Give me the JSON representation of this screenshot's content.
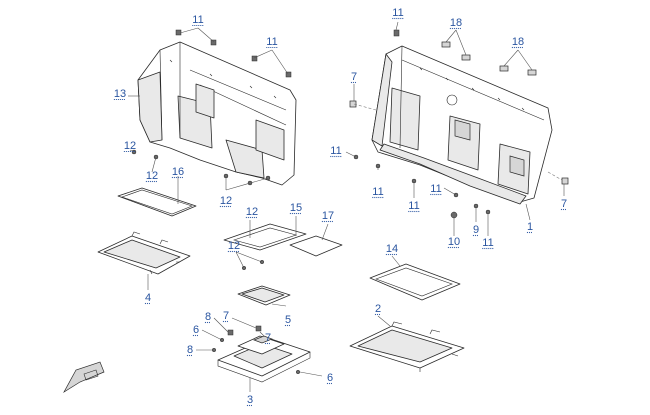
{
  "diagram": {
    "callouts": [
      {
        "id": "c-11-a",
        "label": "11"
      },
      {
        "id": "c-11-b",
        "label": "11"
      },
      {
        "id": "c-13",
        "label": "13"
      },
      {
        "id": "c-12-a",
        "label": "12"
      },
      {
        "id": "c-12-b",
        "label": "12"
      },
      {
        "id": "c-16",
        "label": "16"
      },
      {
        "id": "c-12-c",
        "label": "12"
      },
      {
        "id": "c-12-d",
        "label": "12"
      },
      {
        "id": "c-15",
        "label": "15"
      },
      {
        "id": "c-17",
        "label": "17"
      },
      {
        "id": "c-12-e",
        "label": "12"
      },
      {
        "id": "c-4",
        "label": "4"
      },
      {
        "id": "c-8-a",
        "label": "8"
      },
      {
        "id": "c-7-a",
        "label": "7"
      },
      {
        "id": "c-6-a",
        "label": "6"
      },
      {
        "id": "c-7-b",
        "label": "7"
      },
      {
        "id": "c-5",
        "label": "5"
      },
      {
        "id": "c-8-b",
        "label": "8"
      },
      {
        "id": "c-6-b",
        "label": "6"
      },
      {
        "id": "c-3",
        "label": "3"
      },
      {
        "id": "c-11-c",
        "label": "11"
      },
      {
        "id": "c-18-a",
        "label": "18"
      },
      {
        "id": "c-18-b",
        "label": "18"
      },
      {
        "id": "c-7-c",
        "label": "7"
      },
      {
        "id": "c-11-d",
        "label": "11"
      },
      {
        "id": "c-11-e",
        "label": "11"
      },
      {
        "id": "c-11-f",
        "label": "11"
      },
      {
        "id": "c-11-g",
        "label": "11"
      },
      {
        "id": "c-7-d",
        "label": "7"
      },
      {
        "id": "c-9",
        "label": "9"
      },
      {
        "id": "c-10",
        "label": "10"
      },
      {
        "id": "c-11-h",
        "label": "11"
      },
      {
        "id": "c-1",
        "label": "1"
      },
      {
        "id": "c-14",
        "label": "14"
      },
      {
        "id": "c-2",
        "label": "2"
      }
    ],
    "direction_icon": "front-arrow-icon"
  }
}
